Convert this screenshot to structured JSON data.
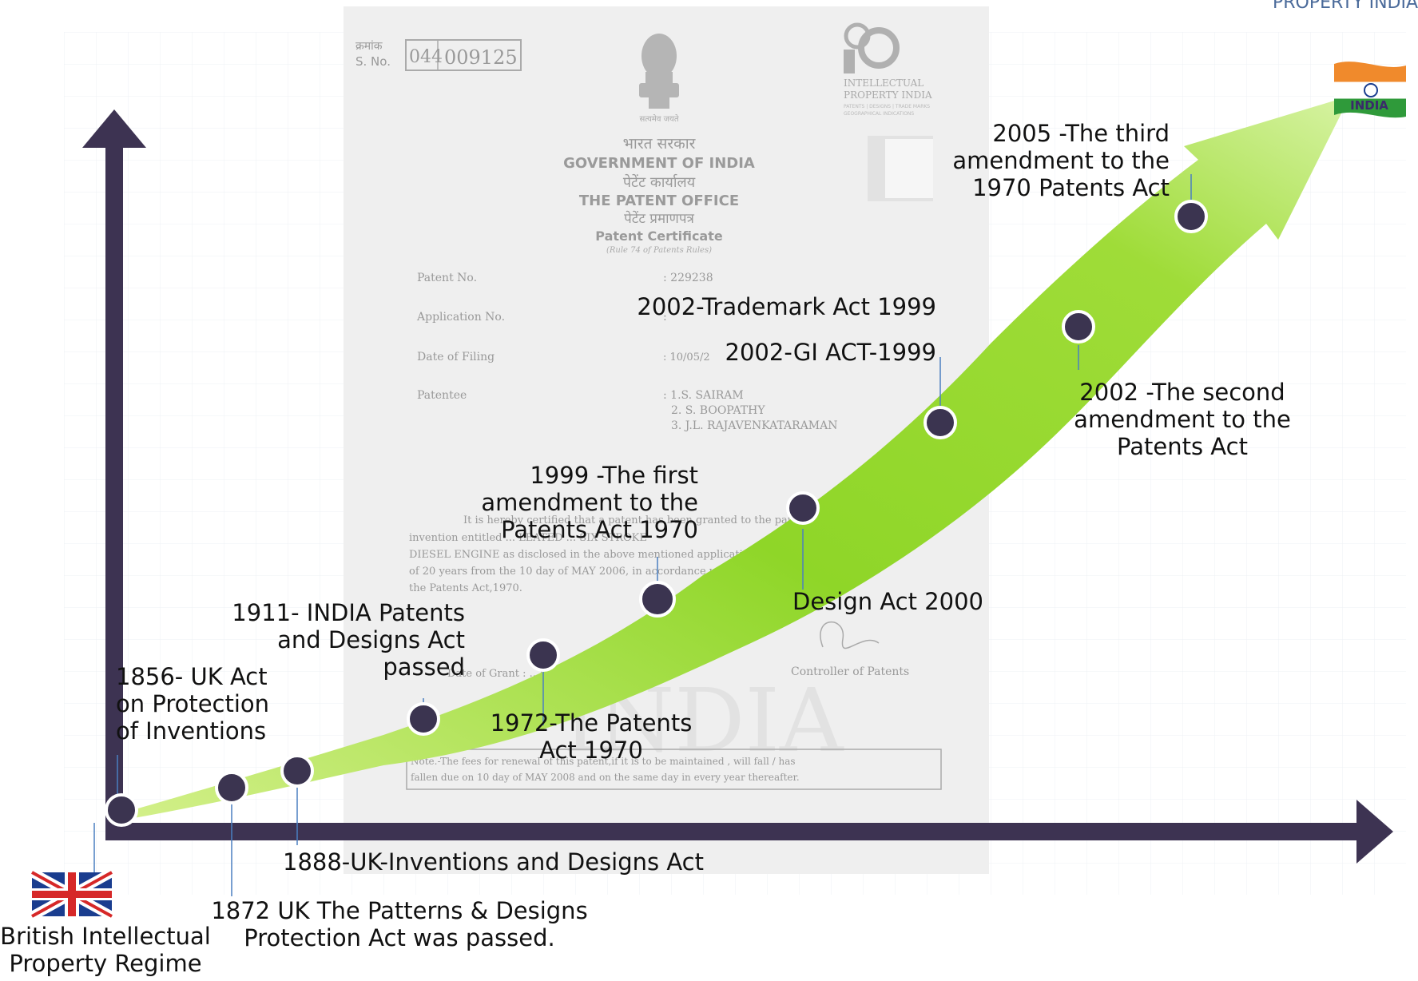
{
  "header": {
    "corner_text": "PROPERTY INDIA"
  },
  "certificate": {
    "serial_label_hi": "क्रमांक",
    "serial_label": "S. No.",
    "serial_prefix": "044",
    "serial_number": "009125",
    "emblem_caption": "सत्यमेव जयते",
    "ip_logo_line1": "INTELLECTUAL",
    "ip_logo_line2": "PROPERTY INDIA",
    "ip_logo_line3": "PATENTS | DESIGNS | TRADE MARKS",
    "ip_logo_line4": "GEOGRAPHICAL INDICATIONS",
    "line_hi_1": "भारत सरकार",
    "line_en_1": "GOVERNMENT OF INDIA",
    "line_hi_2": "पेटेंट कार्यालय",
    "line_en_2": "THE PATENT OFFICE",
    "line_hi_3": "पेटेंट प्रमाणपत्र",
    "line_en_3": "Patent Certificate",
    "rule": "(Rule 74 of Patents Rules)",
    "fields": [
      {
        "label": "Patent No.",
        "value": ": 229238"
      },
      {
        "label": "Application No.",
        "value": ":"
      },
      {
        "label": "Date of Filing",
        "value": ": 10/05/2"
      },
      {
        "label": "Patentee",
        "value": ": 1.S. SAIRAM"
      }
    ],
    "patentees_more": [
      "2. S. BOOPATHY",
      "3. J.L. RAJAVENKATARAMAN"
    ],
    "body_lines": [
      "It is hereby certified that a patent has been granted to the patentee for an",
      "invention entitled ... LEATED ... SIX STROKE",
      "DIESEL ENGINE as disclosed in the above mentioned application for the term",
      "of 20 years from the 10 day of MAY 2006, in accordance with the provisions of",
      "the Patents Act,1970."
    ],
    "grant_date": "Date of Grant : .../2009",
    "controller": "Controller of Patents",
    "note_line1": "Note.-The fees for renewal of this patent,if it is to be maintained , will fall / has",
    "note_line2": "fallen due on 10 day of MAY 2008 and on the same day in every year thereafter.",
    "watermark": "INDIA"
  },
  "flag_text": "INDIA",
  "uk_label": [
    "British Intellectual",
    "Property Regime"
  ],
  "colors": {
    "axis": "#3d3352",
    "node": "#3b3450",
    "curve_light": "#c9ec7a",
    "curve_dark": "#7ccc1a",
    "leader": "#4a7fc1"
  },
  "labels": [
    {
      "id": "1856",
      "lines": [
        "1856- UK Act",
        "on Protection",
        "of Inventions"
      ]
    },
    {
      "id": "1872",
      "lines": [
        "1872 UK The Patterns & Designs",
        "Protection Act was passed."
      ]
    },
    {
      "id": "1888",
      "lines": [
        "1888-UK-Inventions and Designs Act"
      ]
    },
    {
      "id": "1911",
      "lines": [
        "1911- INDIA Patents",
        "and Designs Act",
        "passed"
      ]
    },
    {
      "id": "1972",
      "lines": [
        "1972-The Patents",
        "Act 1970"
      ]
    },
    {
      "id": "1999",
      "lines": [
        "1999 -The first",
        "amendment to the",
        "Patents Act 1970"
      ]
    },
    {
      "id": "2000",
      "lines": [
        "Design Act 2000"
      ]
    },
    {
      "id": "2002tm",
      "lines": [
        "2002-Trademark Act 1999"
      ]
    },
    {
      "id": "2002gi",
      "lines": [
        "2002-GI ACT-1999"
      ]
    },
    {
      "id": "2002pa",
      "lines": [
        "2002 -The second",
        "amendment to the",
        "Patents Act"
      ]
    },
    {
      "id": "2005",
      "lines": [
        "2005 -The third",
        "amendment to the",
        "1970 Patents Act"
      ]
    }
  ]
}
